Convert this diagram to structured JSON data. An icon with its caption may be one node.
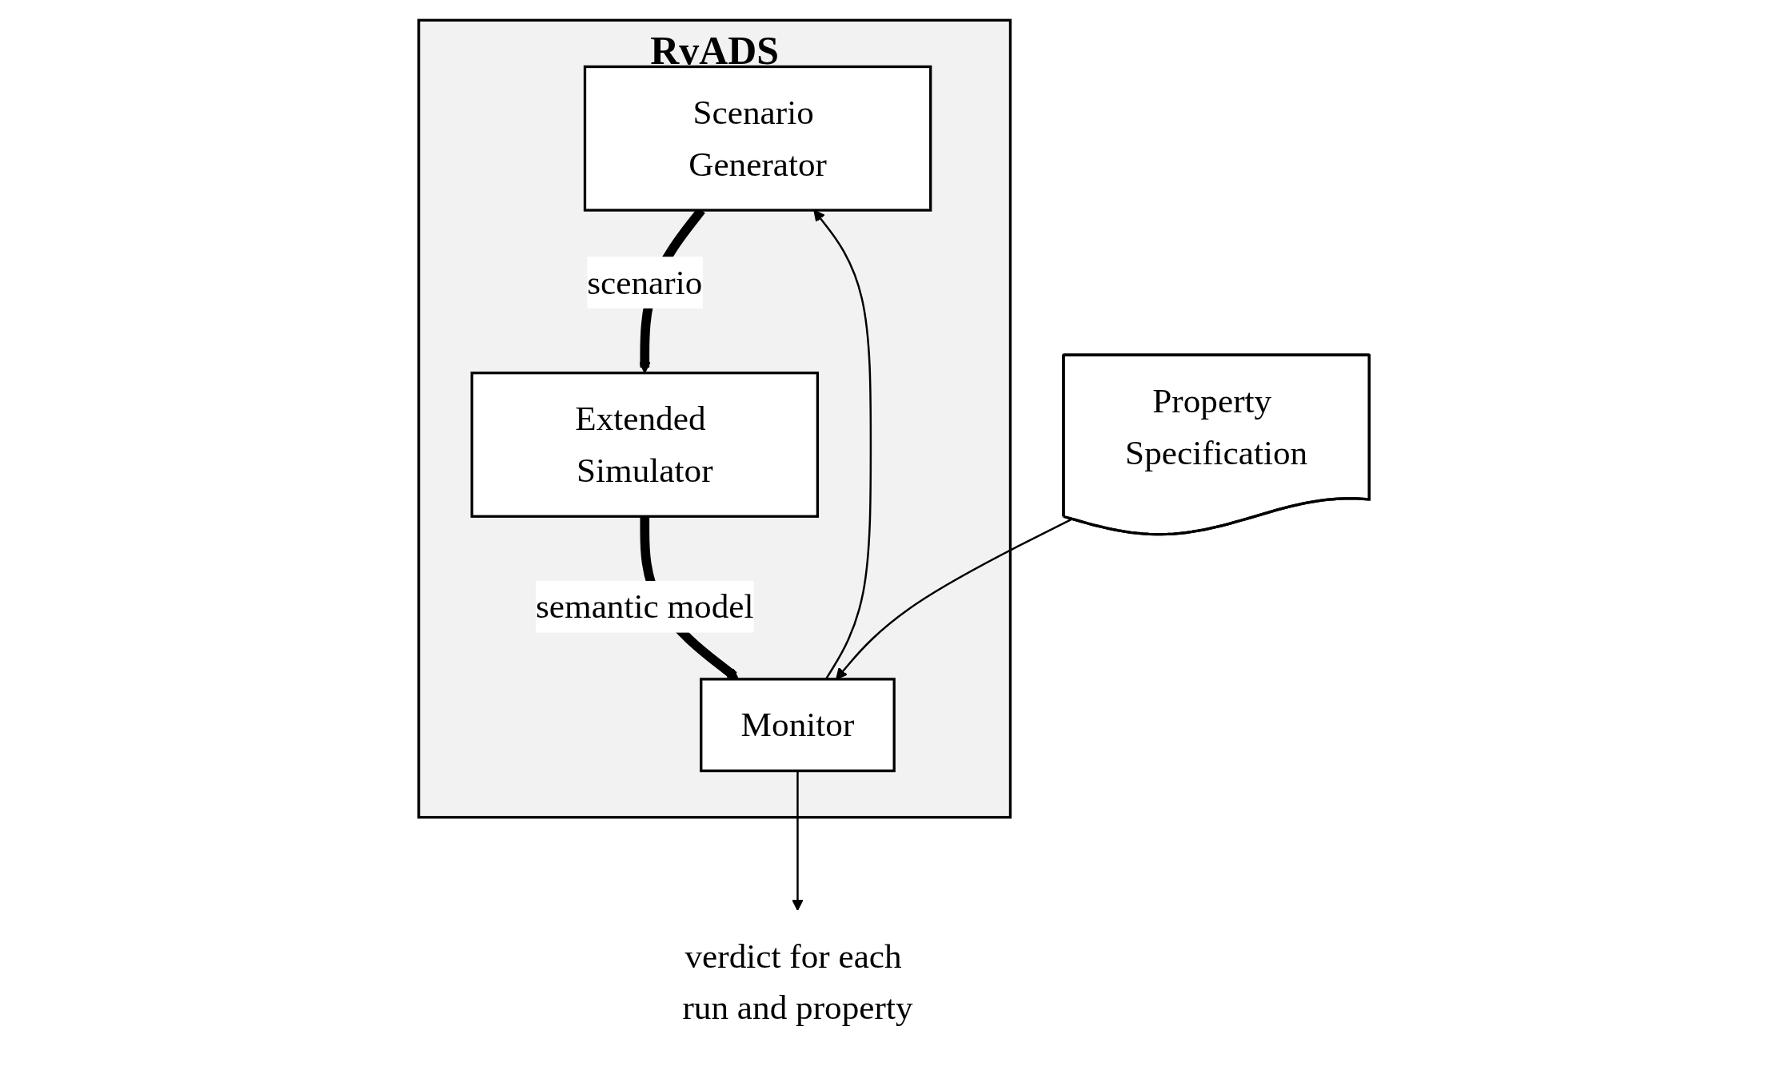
{
  "diagram": {
    "nodes": [
      {
        "text": [
          "RvADS"
        ]
      },
      {
        "text": [
          "Scenario Generator"
        ],
        "in": 0
      },
      {
        "text": [
          "Extended Simulator"
        ],
        "in": 0
      },
      {
        "text": [
          "Monitor"
        ],
        "in": 0
      },
      {
        "text": [
          "Property Specification"
        ]
      },
      {
        "text": [
          "verdict for each run and property"
        ]
      }
    ],
    "edges": [
      {
        "from": 1,
        "to": 2,
        "arrow": "to",
        "label": "scenario",
        "style": "thick"
      },
      {
        "from": 2,
        "to": 3,
        "arrow": "to",
        "label": "semantic model",
        "style": "thick"
      },
      {
        "from": 3,
        "to": 1,
        "arrow": "to"
      },
      {
        "from": 4,
        "to": 3,
        "arrow": "to"
      },
      {
        "from": 3,
        "to": 5,
        "arrow": "to"
      }
    ]
  }
}
